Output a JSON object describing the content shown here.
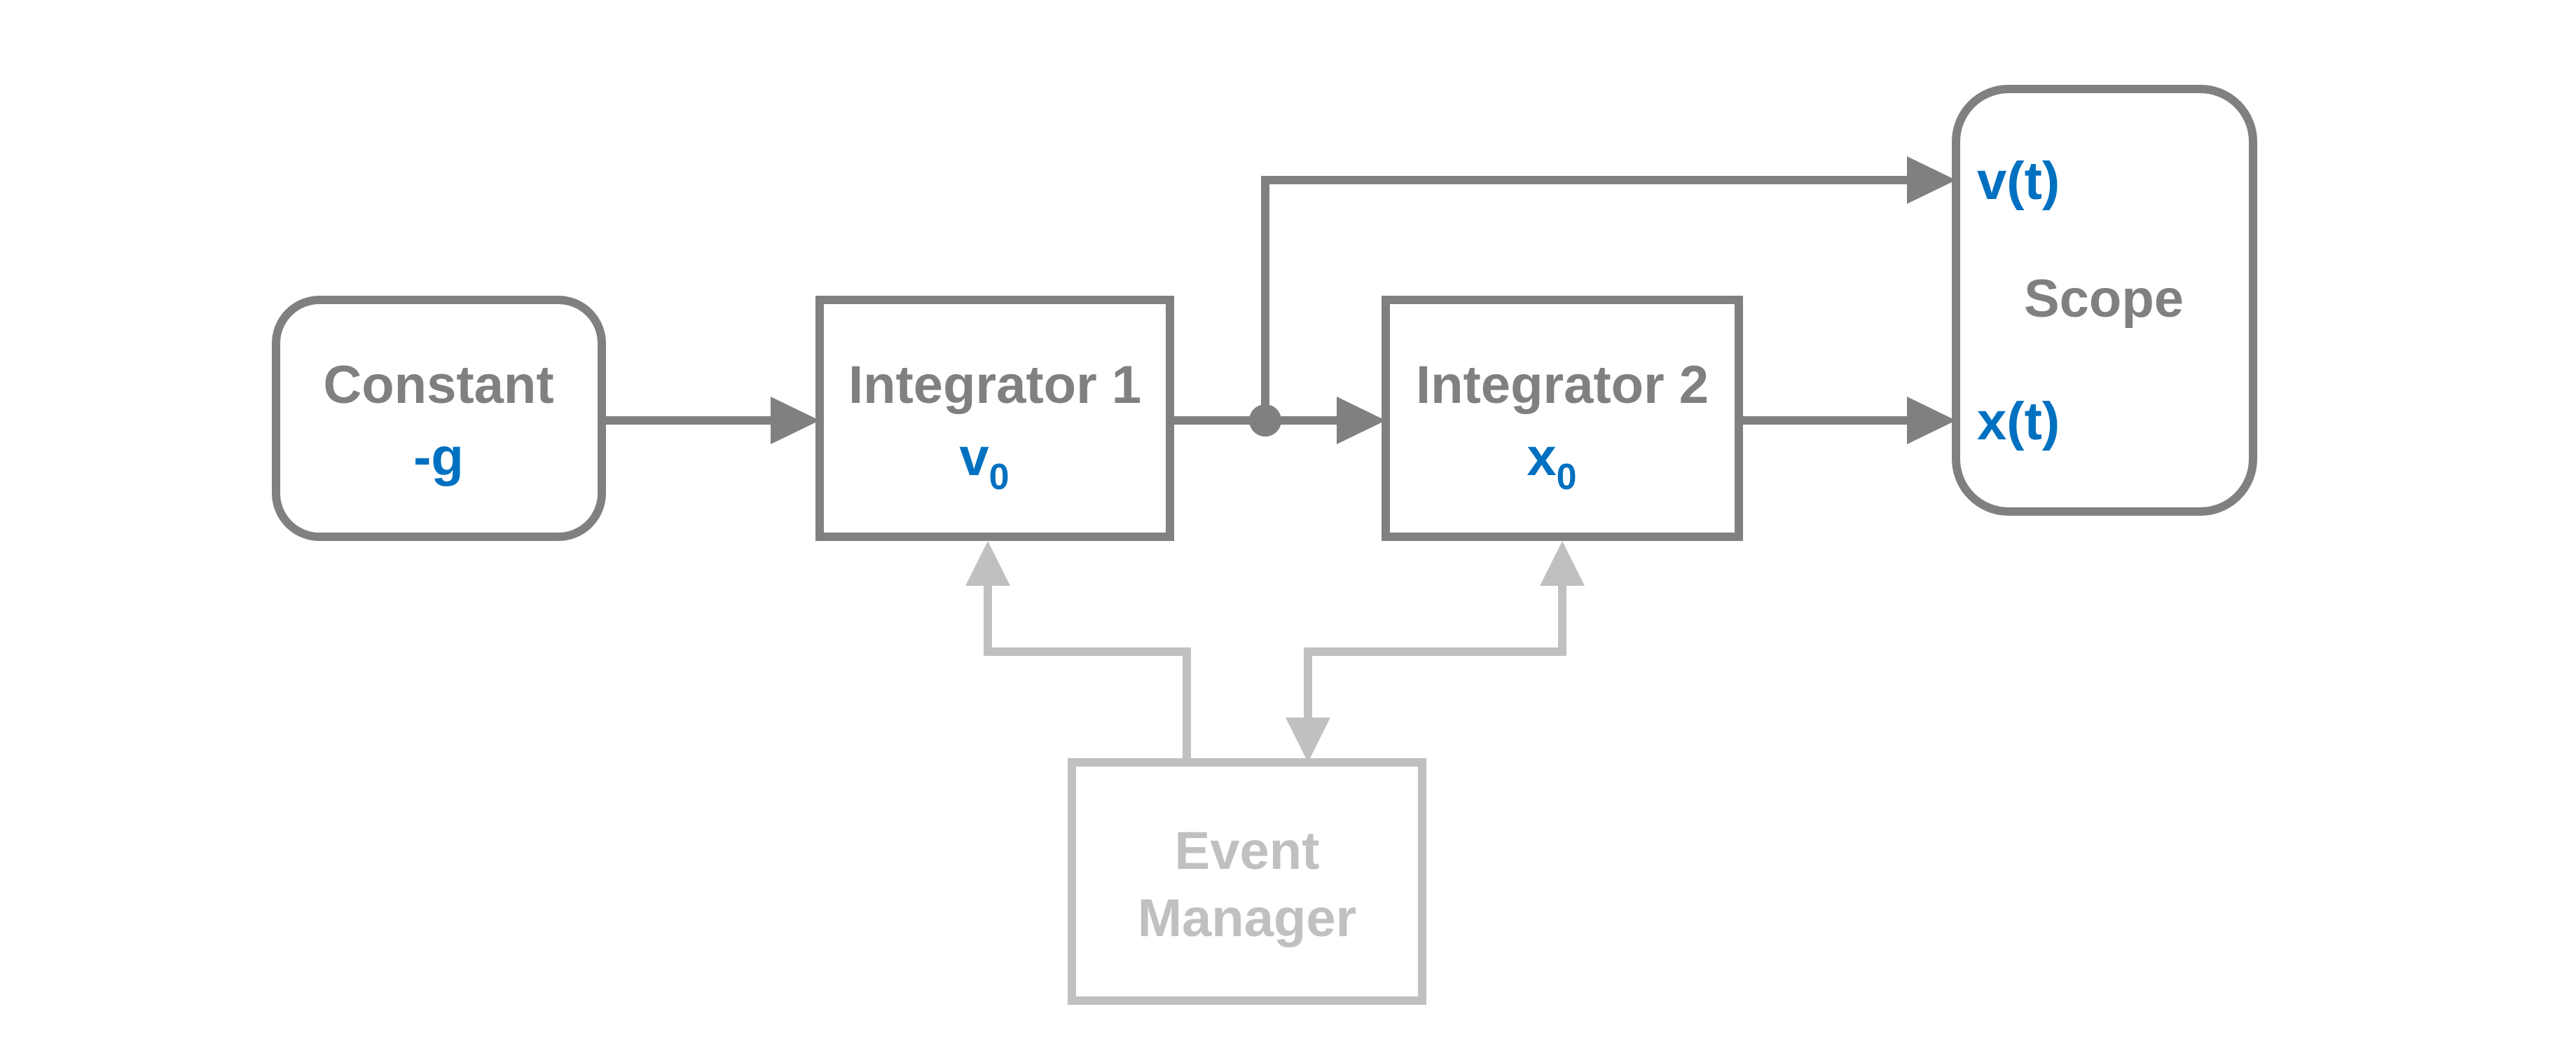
{
  "colors": {
    "main": "#808080",
    "accent": "#0070C0",
    "faded": "#C0C0C0",
    "background": "#FFFFFF"
  },
  "blocks": {
    "constant": {
      "title": "Constant",
      "value": "-g"
    },
    "integrator1": {
      "title": "Integrator 1",
      "initial": "v",
      "initial_sub": "0"
    },
    "integrator2": {
      "title": "Integrator 2",
      "initial": "x",
      "initial_sub": "0"
    },
    "scope": {
      "title": "Scope",
      "port_top": "v(t)",
      "port_bottom": "x(t)"
    },
    "event_manager": {
      "line1": "Event",
      "line2": "Manager"
    }
  }
}
